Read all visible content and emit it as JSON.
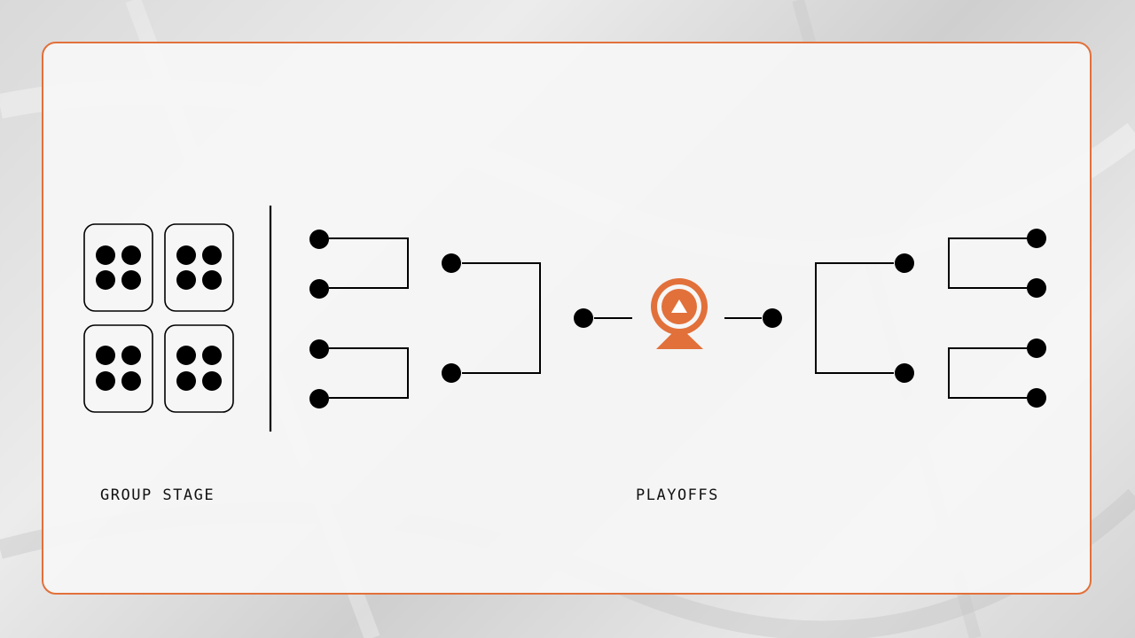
{
  "labels": {
    "group_stage": "GROUP STAGE",
    "playoffs": "PLAYOFFS"
  },
  "colors": {
    "accent": "#e2703a",
    "ink": "#000000",
    "card_background": "#f6f6f6"
  },
  "diagram": {
    "group_stage": {
      "group_count": 4,
      "teams_per_group": 4
    },
    "playoffs": {
      "bracket_sides": 2,
      "teams_per_side": 4,
      "final": {
        "icon": "trophy-icon"
      }
    }
  }
}
